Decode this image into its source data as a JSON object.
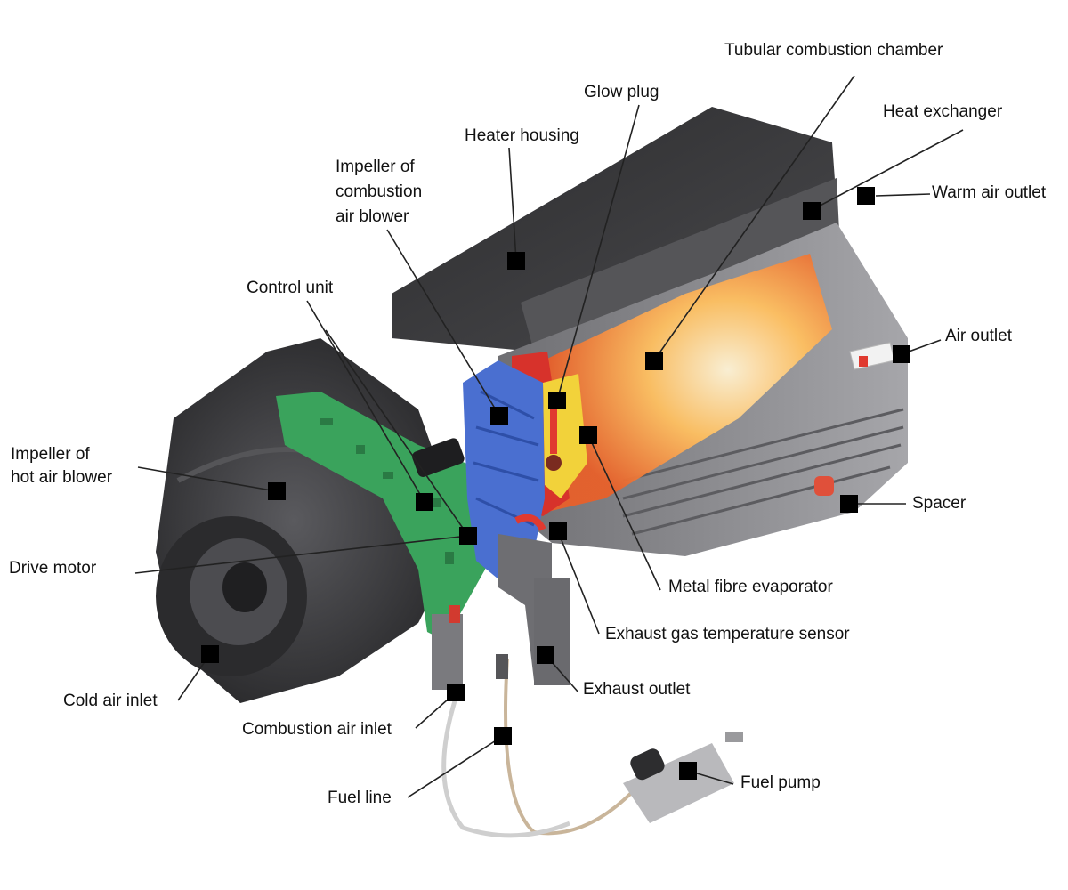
{
  "labels": {
    "tubular_combustion_chamber": "Tubular combustion chamber",
    "glow_plug": "Glow plug",
    "heat_exchanger": "Heat exchanger",
    "heater_housing": "Heater housing",
    "warm_air_outlet": "Warm air outlet",
    "impeller_combustion_blower": [
      "Impeller of",
      "combustion",
      "air blower"
    ],
    "control_unit": "Control unit",
    "air_outlet": "Air outlet",
    "impeller_hot_air_blower": [
      "Impeller of",
      "hot air blower"
    ],
    "spacer": "Spacer",
    "drive_motor": "Drive motor",
    "metal_fibre_evaporator": "Metal fibre evaporator",
    "exhaust_gas_temperature_sensor": "Exhaust gas temperature sensor",
    "exhaust_outlet": "Exhaust outlet",
    "cold_air_inlet": "Cold air inlet",
    "combustion_air_inlet": "Combustion air inlet",
    "fuel_pump": "Fuel pump",
    "fuel_line": "Fuel line"
  },
  "colors": {
    "housing": "#3a3a3c",
    "casing": "#8a8a8d",
    "pcb": "#3aa35c",
    "impeller": "#4a6fd0",
    "flame": "#f08a2a",
    "chamber_red": "#d7322b",
    "marker": "#000000"
  }
}
